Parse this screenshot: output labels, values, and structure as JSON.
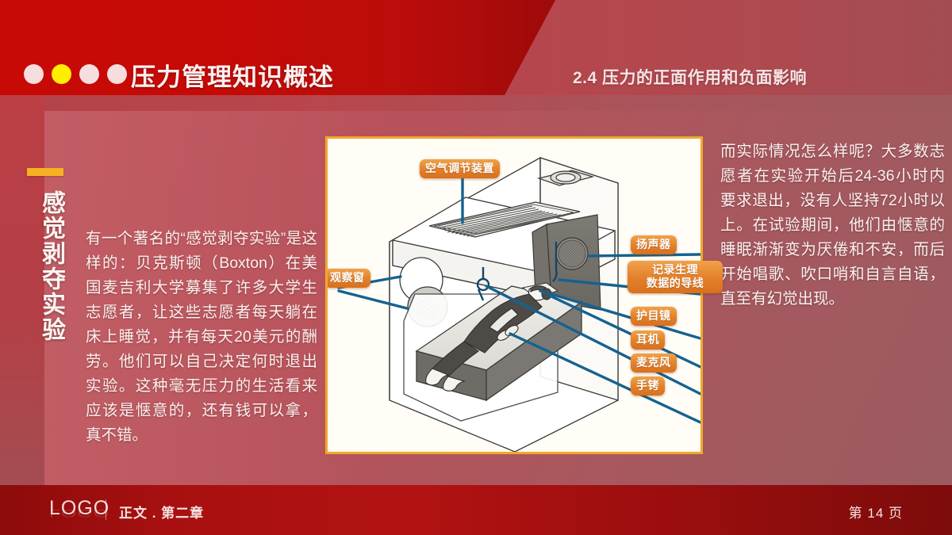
{
  "theme": {
    "header_dark_red": "#c30a06",
    "header_light_red": "#b6424a",
    "body_red": "#b4525a",
    "accent_gold": "#f5b123",
    "label_orange": "#e3812c",
    "connector_blue": "#15628f",
    "text_cream": "#fcf0ee"
  },
  "header": {
    "title": "压力管理知识概述",
    "subtitle": "2.4 压力的正面作用和负面影响",
    "dots": [
      {
        "name": "dot-1",
        "color": "#f6dede"
      },
      {
        "name": "dot-2",
        "color": "#ffee00"
      },
      {
        "name": "dot-3",
        "color": "#f6dede"
      },
      {
        "name": "dot-4",
        "color": "#f6dede"
      }
    ]
  },
  "sidebar": {
    "vertical_title": "感觉剥夺实验"
  },
  "body": {
    "left_paragraph": "有一个著名的“感觉剥夺实验”是这样的：贝克斯顿（Boxton）在美国麦吉利大学募集了许多大学生志愿者，让这些志愿者每天躺在床上睡觉，并有每天20美元的酬劳。他们可以自己决定何时退出实验。这种毫无压力的生活看来应该是惬意的，还有钱可以拿，真不错。",
    "right_paragraph": "而实际情况怎么样呢？大多数志愿者在实验开始后24-36小时内要求退出，没有人坚持72小时以上。在试验期间，他们由惬意的睡眠渐渐变为厌倦和不安，而后开始唱歌、吹口哨和自言自语，直至有幻觉出现。"
  },
  "figure": {
    "caption_labels": [
      {
        "id": "air-conditioning",
        "text": "空气调节装置",
        "lines": [
          "空气调节装置"
        ]
      },
      {
        "id": "observation-window",
        "text": "观察窗",
        "lines": [
          "观察窗"
        ]
      },
      {
        "id": "speaker",
        "text": "扬声器",
        "lines": [
          "扬声器"
        ]
      },
      {
        "id": "physiological-data-wires",
        "text": "记录生理数据的导线",
        "lines": [
          "记录生理",
          "数据的导线"
        ]
      },
      {
        "id": "goggles",
        "text": "护目镜",
        "lines": [
          "护目镜"
        ]
      },
      {
        "id": "earphones",
        "text": "耳机",
        "lines": [
          "耳机"
        ]
      },
      {
        "id": "microphone",
        "text": "麦克风",
        "lines": [
          "麦克风"
        ]
      },
      {
        "id": "handcuffs",
        "text": "手铐",
        "lines": [
          "手铐"
        ]
      }
    ]
  },
  "footer": {
    "logo": "LOGO",
    "section": "正文 . 第二章",
    "page_prefix": "第",
    "page_number": "14",
    "page_suffix": "页",
    "page_label": "第 14 页"
  }
}
